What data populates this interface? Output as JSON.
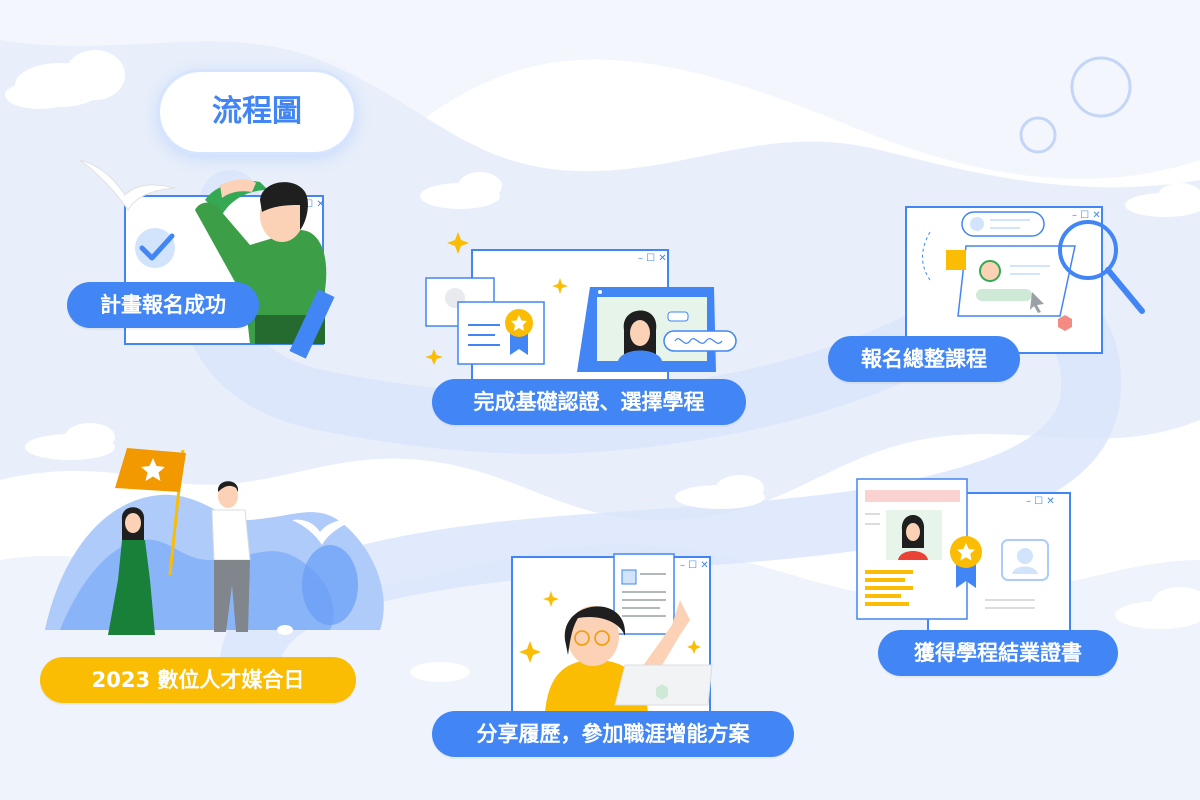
{
  "title": "流程圖",
  "steps": [
    {
      "label": "計畫報名成功"
    },
    {
      "label": "完成基礎認證、選擇學程"
    },
    {
      "label": "報名總整課程"
    },
    {
      "label": "2023 數位人才媒合日"
    },
    {
      "label": "分享履歷，參加職涯增能方案"
    },
    {
      "label": "獲得學程結業證書"
    }
  ],
  "window_controls": "– ☐ ✕",
  "colors": {
    "primary": "#4285f4",
    "accent": "#fbbc04",
    "green": "#34a853",
    "background_wave": "#e8effb"
  },
  "icons": [
    "check-icon",
    "star-icon",
    "search-icon",
    "cursor-icon",
    "avatar-icon",
    "ribbon-badge-icon",
    "sparkle-icon"
  ]
}
